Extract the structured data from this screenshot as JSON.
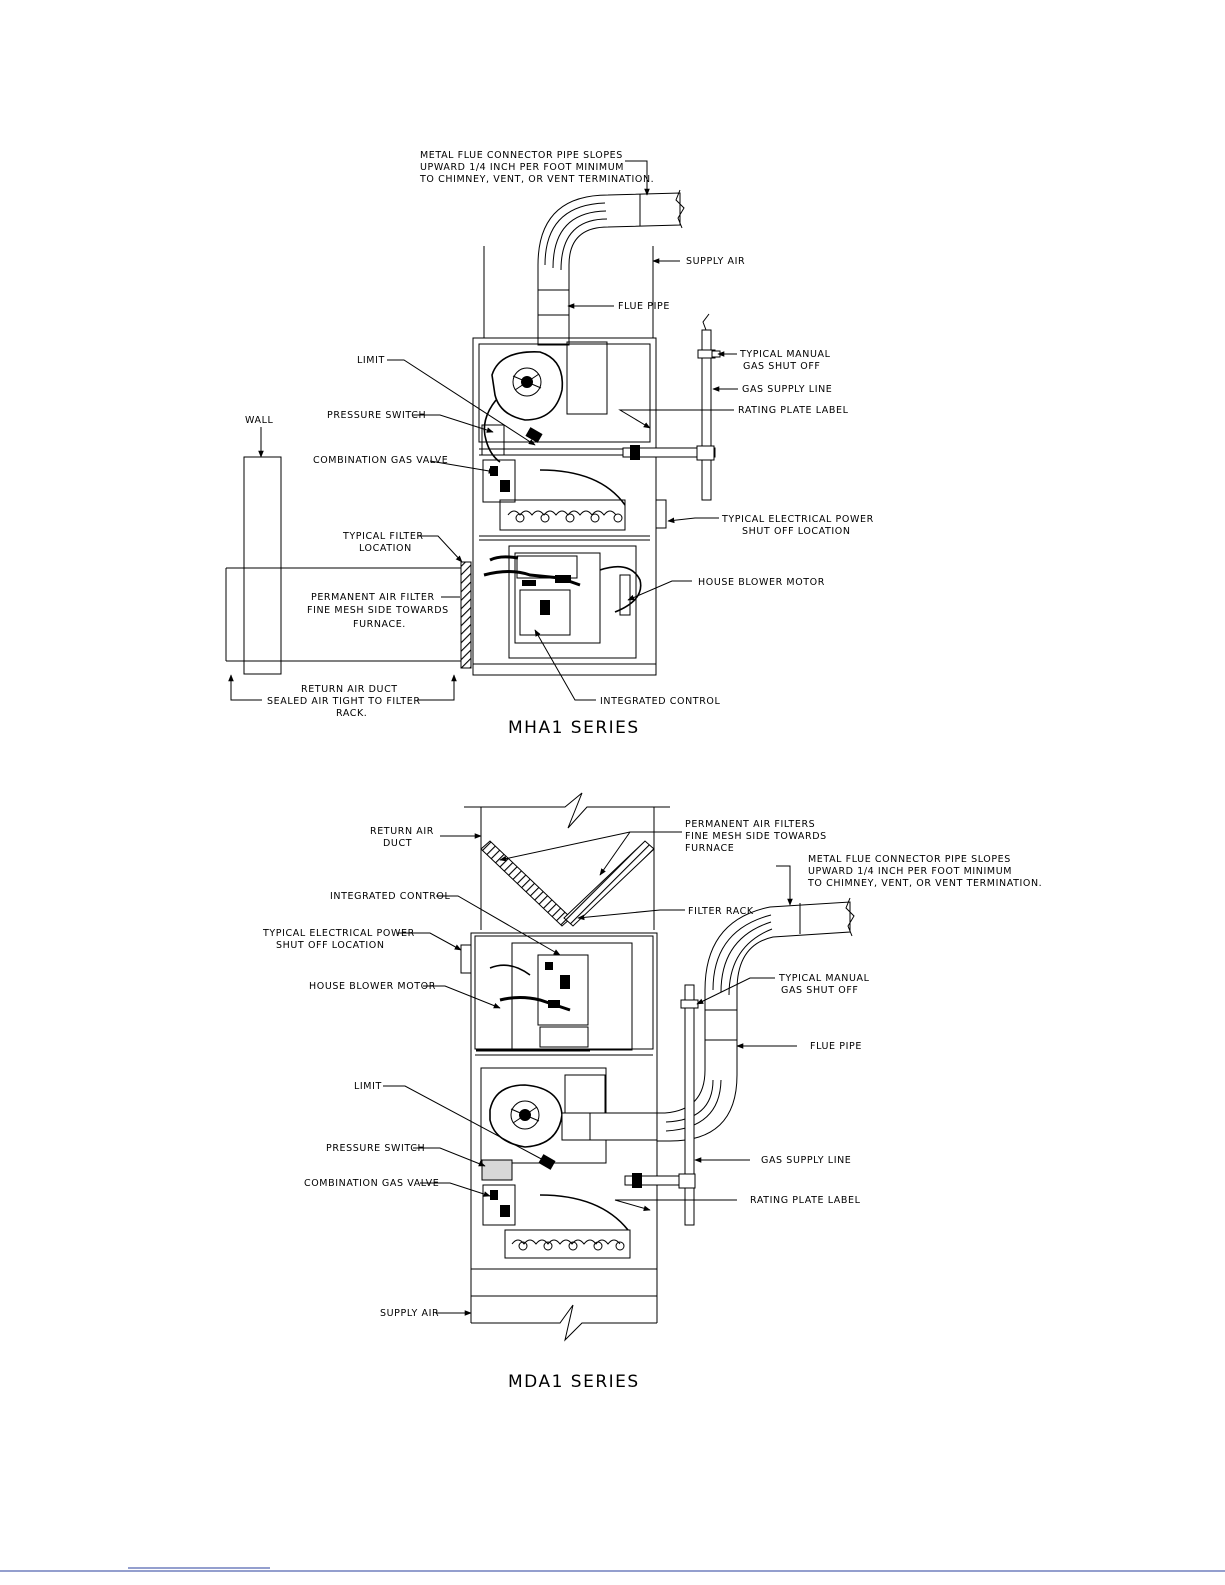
{
  "mha1": {
    "title": "MHA1 SERIES",
    "labels": {
      "flue_slope_1": "METAL FLUE CONNECTOR PIPE SLOPES",
      "flue_slope_2": "UPWARD 1/4 INCH PER FOOT MINIMUM",
      "flue_slope_3": "TO CHIMNEY, VENT, OR VENT TERMINATION.",
      "supply_air": "SUPPLY AIR",
      "flue_pipe": "FLUE PIPE",
      "limit": "LIMIT",
      "gas_shutoff_1": "TYPICAL MANUAL",
      "gas_shutoff_2": "GAS SHUT OFF",
      "gas_supply_line": "GAS SUPPLY LINE",
      "rating_plate": "RATING PLATE LABEL",
      "wall": "WALL",
      "pressure_switch": "PRESSURE SWITCH",
      "gas_valve": "COMBINATION GAS VALVE",
      "elec_shutoff_1": "TYPICAL ELECTRICAL POWER",
      "elec_shutoff_2": "SHUT OFF LOCATION",
      "filter_loc_1": "TYPICAL FILTER",
      "filter_loc_2": "LOCATION",
      "blower_motor": "HOUSE BLOWER MOTOR",
      "perm_filter_1": "PERMANENT AIR FILTER",
      "perm_filter_2": "FINE MESH SIDE TOWARDS",
      "perm_filter_3": "FURNACE.",
      "integrated_control": "INTEGRATED CONTROL",
      "return_duct_1": "RETURN AIR DUCT",
      "return_duct_2": "SEALED AIR TIGHT TO FILTER",
      "return_duct_3": "RACK."
    }
  },
  "mda1": {
    "title": "MDA1 SERIES",
    "labels": {
      "return_air_1": "RETURN AIR",
      "return_air_2": "DUCT",
      "perm_filters_1": "PERMANENT AIR FILTERS",
      "perm_filters_2": "FINE MESH SIDE TOWARDS",
      "perm_filters_3": "FURNACE",
      "flue_slope_1": "METAL FLUE CONNECTOR PIPE SLOPES",
      "flue_slope_2": "UPWARD 1/4 INCH PER FOOT MINIMUM",
      "flue_slope_3": "TO CHIMNEY, VENT, OR VENT TERMINATION.",
      "integrated_control": "INTEGRATED CONTROL",
      "filter_rack": "FILTER RACK",
      "elec_shutoff_1": "TYPICAL ELECTRICAL POWER",
      "elec_shutoff_2": "SHUT OFF LOCATION",
      "gas_shutoff_1": "TYPICAL MANUAL",
      "gas_shutoff_2": "GAS SHUT OFF",
      "blower_motor": "HOUSE BLOWER MOTOR",
      "flue_pipe": "FLUE PIPE",
      "limit": "LIMIT",
      "pressure_switch": "PRESSURE SWITCH",
      "gas_supply_line": "GAS SUPPLY LINE",
      "gas_valve": "COMBINATION GAS VALVE",
      "rating_plate": "RATING PLATE LABEL",
      "supply_air": "SUPPLY AIR"
    }
  }
}
